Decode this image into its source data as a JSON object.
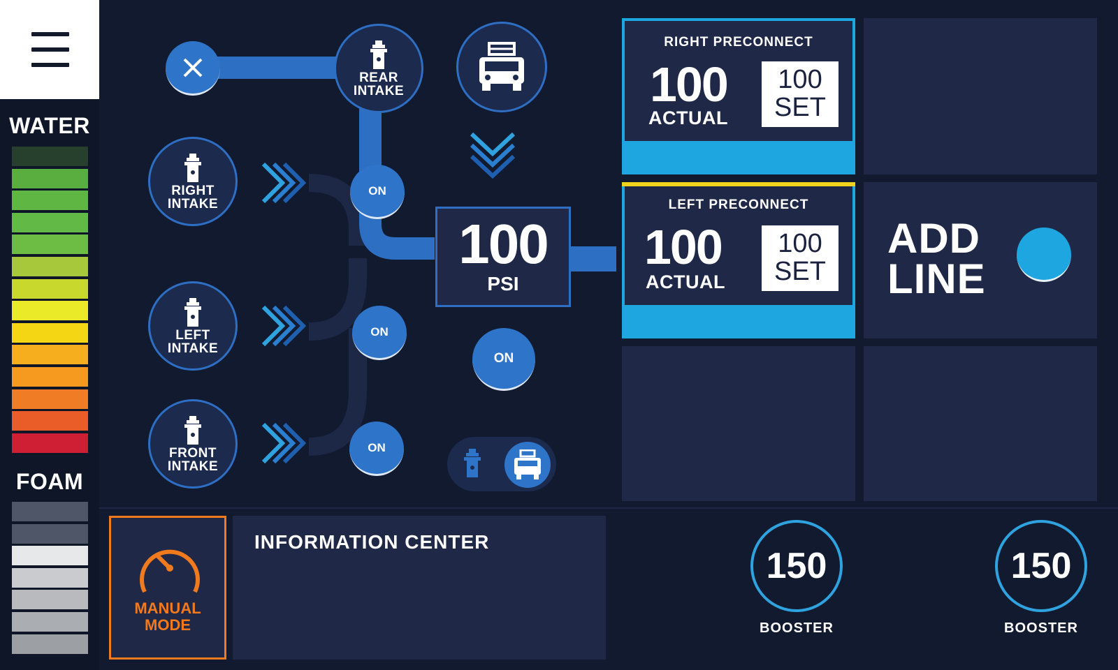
{
  "sidebar": {
    "water_label": "WATER",
    "foam_label": "FOAM",
    "water_levels": [
      "#27402e",
      "#5aad3f",
      "#5fb643",
      "#62b946",
      "#6dbc44",
      "#a6c83a",
      "#c9d82d",
      "#eaea28",
      "#f4d615",
      "#f7ae1e",
      "#f59a1f",
      "#f07d25",
      "#ea5d28",
      "#cf1f35"
    ],
    "foam_levels": [
      "#4f5668",
      "#4f5668",
      "#e6e8ea",
      "#c9cbcf",
      "#b8babe",
      "#aaadb2",
      "#9c9fa4"
    ]
  },
  "intakes": {
    "rear": {
      "label1": "REAR",
      "label2": "INTAKE"
    },
    "right": {
      "label1": "RIGHT",
      "label2": "INTAKE"
    },
    "left": {
      "label1": "LEFT",
      "label2": "INTAKE"
    },
    "front": {
      "label1": "FRONT",
      "label2": "INTAKE"
    }
  },
  "toggles": {
    "on_label": "ON"
  },
  "pump": {
    "value": "100",
    "unit": "PSI"
  },
  "preconnects": {
    "right": {
      "title": "RIGHT PRECONNECT",
      "actual": "100",
      "actual_label": "ACTUAL",
      "set": "100",
      "set_label": "SET",
      "accent": "#1ea6e0"
    },
    "left": {
      "title": "LEFT PRECONNECT",
      "actual": "100",
      "actual_label": "ACTUAL",
      "set": "100",
      "set_label": "SET",
      "accent": "#f1d21c"
    }
  },
  "add_line": {
    "line1": "ADD",
    "line2": "LINE"
  },
  "manual_mode": {
    "line1": "MANUAL",
    "line2": "MODE",
    "color": "#f07a1d"
  },
  "info_center": {
    "title": "INFORMATION CENTER"
  },
  "boosters": [
    {
      "value": "150",
      "label": "BOOSTER"
    },
    {
      "value": "150",
      "label": "BOOSTER"
    }
  ],
  "colors": {
    "pipe": "#2d6fc3",
    "accent_cyan": "#1ea6e0"
  }
}
